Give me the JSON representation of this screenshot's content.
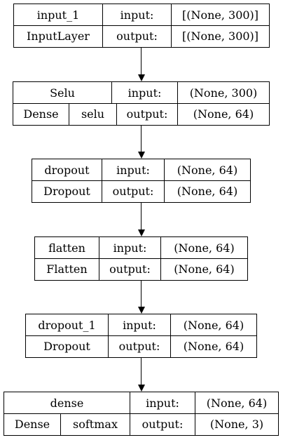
{
  "diagram": {
    "nodes": [
      {
        "name": "input_1",
        "type": "InputLayer",
        "input_label": "input:",
        "input_value": "[(None, 300)]",
        "output_label": "output:",
        "output_value": "[(None, 300)]"
      },
      {
        "name": "Selu",
        "type": "Dense",
        "activation": "selu",
        "input_label": "input:",
        "input_value": "(None, 300)",
        "output_label": "output:",
        "output_value": "(None, 64)"
      },
      {
        "name": "dropout",
        "type": "Dropout",
        "input_label": "input:",
        "input_value": "(None, 64)",
        "output_label": "output:",
        "output_value": "(None, 64)"
      },
      {
        "name": "flatten",
        "type": "Flatten",
        "input_label": "input:",
        "input_value": "(None, 64)",
        "output_label": "output:",
        "output_value": "(None, 64)"
      },
      {
        "name": "dropout_1",
        "type": "Dropout",
        "input_label": "input:",
        "input_value": "(None, 64)",
        "output_label": "output:",
        "output_value": "(None, 64)"
      },
      {
        "name": "dense",
        "type": "Dense",
        "activation": "softmax",
        "input_label": "input:",
        "input_value": "(None, 64)",
        "output_label": "output:",
        "output_value": "(None, 3)"
      }
    ]
  }
}
